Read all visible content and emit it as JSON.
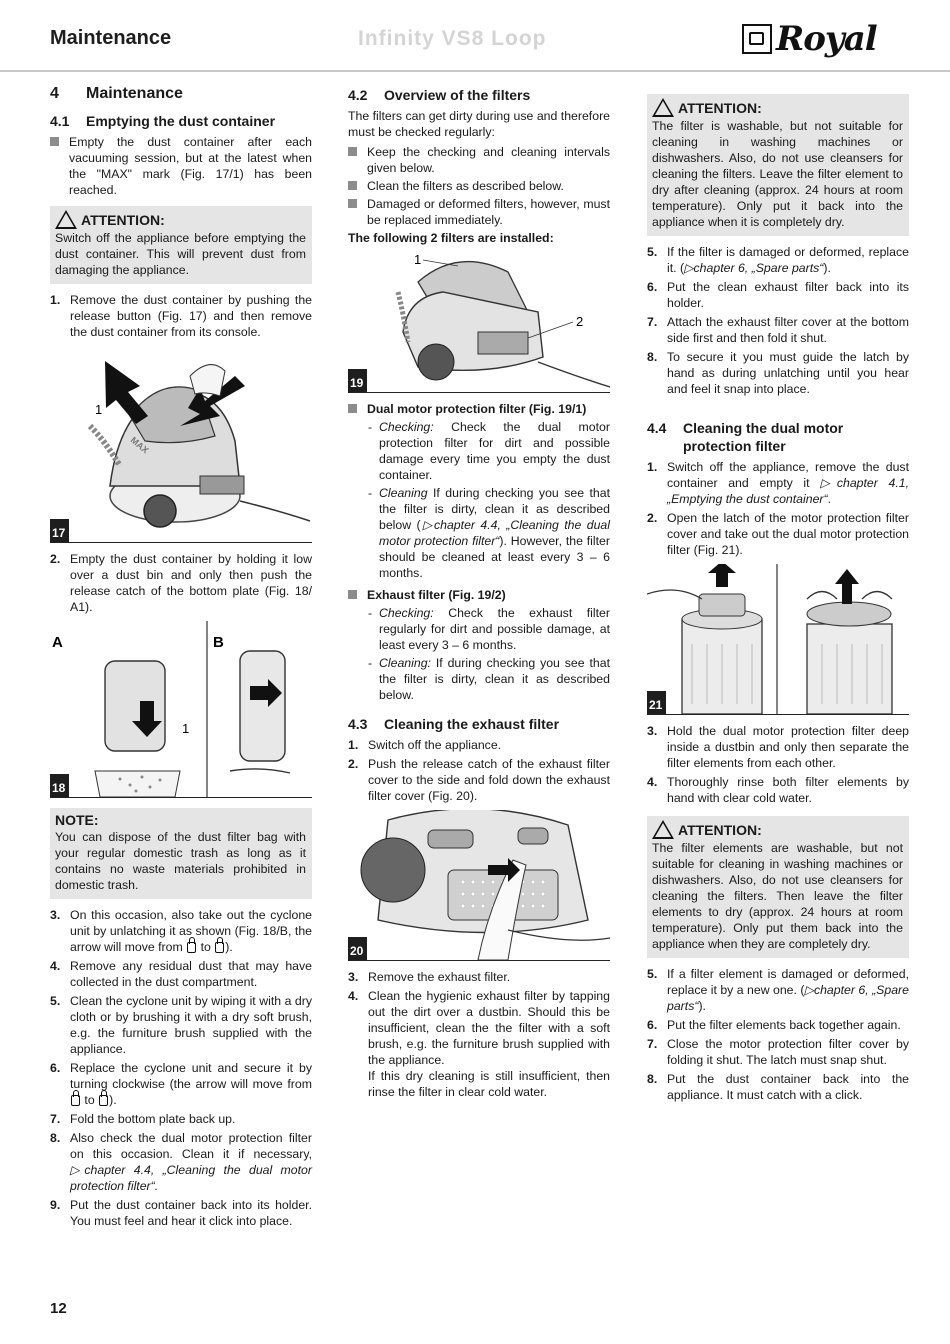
{
  "header": {
    "section": "Maintenance",
    "product": "Infinity VS8 Loop",
    "brand": "Royal"
  },
  "page_number": "12",
  "col1": {
    "h4_num": "4",
    "h4_title": "Maintenance",
    "h41_num": "4.1",
    "h41_title": "Emptying the dust container",
    "intro": "Empty the dust container after each vacuuming session, but at the latest when the \"MAX\" mark (Fig. 17/1) has been reached.",
    "att1_title": "ATTENTION:",
    "att1_text": "Switch off the appliance before emptying the dust container. This will prevent dust from damaging the appliance.",
    "s1": "Remove the dust container by pushing the release button (Fig. 17) and then remove the dust container from its console.",
    "fig17": "17",
    "fig17_label": "1",
    "fig17_max": "MAX",
    "s2": "Empty the dust container by holding it low over a dust bin and only then push the release catch of the bottom plate (Fig. 18/ A1).",
    "fig18": "18",
    "fig18_a": "A",
    "fig18_b": "B",
    "fig18_label": "1",
    "note_title": "NOTE:",
    "note_text": "You can dispose of the dust filter bag with your regular domestic trash as long as it contains no waste materials prohibited in domestic trash.",
    "s3a": "On this occasion, also take out the cyclone unit by unlatching it as shown (Fig. 18/B, the arrow will move from",
    "s3b": "to",
    "s3c": ").",
    "s4": "Remove any residual dust that may have collected in the dust compartment.",
    "s5": "Clean the cyclone unit by wiping it with a dry cloth or by brushing it with a dry soft brush, e.g. the furniture brush supplied with the appliance.",
    "s6a": "Replace the cyclone unit and secure it by turning clockwise (the arrow will move from",
    "s6b": "to",
    "s6c": ").",
    "s7": "Fold the bottom plate back up.",
    "s8a": "Also check the dual motor protection filter on this occasion. Clean it if necessary,",
    "s8b": "▷chapter 4.4, „Cleaning the dual motor protection filter“.",
    "s9": "Put the dust container back into its holder. You must feel and hear it click into place."
  },
  "col2": {
    "h42_num": "4.2",
    "h42_title": "Overview of the filters",
    "intro": "The filters can get dirty during use and therefore must be checked regularly:",
    "b1": "Keep the checking and cleaning intervals given below.",
    "b2": "Clean the filters as described below.",
    "b3": "Damaged or deformed filters, however, must be replaced immediately.",
    "installed": "The following 2 filters are installed:",
    "fig19": "19",
    "fig19_l1": "1",
    "fig19_l2": "2",
    "f1_title": "Dual motor protection filter (Fig. 19/1)",
    "f1_check_lbl": "Checking:",
    "f1_check": "Check the dual motor protection filter for dirt and possible damage every time you empty the dust container.",
    "f1_clean_lbl": "Cleaning",
    "f1_clean_a": "If during checking you see that the filter is dirty, clean it as described below (",
    "f1_clean_ref": "▷chapter 4.4, „Cleaning the dual motor protection filter“",
    "f1_clean_b": "). However, the filter should be cleaned at least every 3 – 6 months.",
    "f2_title": "Exhaust filter (Fig. 19/2)",
    "f2_check_lbl": "Checking:",
    "f2_check": "Check the exhaust filter regularly for dirt and possible damage, at least every 3 – 6 months.",
    "f2_clean_lbl": "Cleaning:",
    "f2_clean": "If during checking you see that the filter is dirty, clean it as described below.",
    "h43_num": "4.3",
    "h43_title": "Cleaning the exhaust filter",
    "s1": "Switch off the appliance.",
    "s2": "Push the release catch of the exhaust filter cover to the side and fold down the exhaust filter cover (Fig. 20).",
    "fig20": "20",
    "s3": "Remove the exhaust filter.",
    "s4": "Clean the hygienic exhaust filter by tapping out the dirt over a dustbin. Should this be insufficient, clean the the filter with a soft brush, e.g. the furniture brush supplied with the appliance.",
    "s4b": "If this dry cleaning is still insufficient, then rinse the filter in clear cold water."
  },
  "col3": {
    "att1_title": "ATTENTION:",
    "att1_text": "The filter is washable, but not suitable for cleaning in washing machines or dishwashers. Also, do not use cleansers for cleaning the filters. Leave the filter element to dry after cleaning (approx. 24 hours at room temperature). Only put it back into the appliance when it is completely dry.",
    "s5a": "If the filter is damaged or deformed, replace it. (",
    "s5ref": "▷chapter 6, „Spare parts“",
    "s5b": ").",
    "s6": "Put the clean exhaust filter back into its holder.",
    "s7": "Attach the exhaust filter cover at the bottom side first and then fold it shut.",
    "s8": "To secure it you must guide the latch by hand as during unlatching until you hear and feel it snap into place.",
    "h44_num": "4.4",
    "h44_title": "Cleaning the dual motor protection filter",
    "t1a": "Switch off the appliance, remove the dust container and empty it",
    "t1ref": "▷chapter 4.1, „Emptying the dust container“",
    "t1b": ".",
    "t2": "Open the latch of the motor protection filter cover and take out the dual motor protection filter (Fig. 21).",
    "fig21": "21",
    "t3": "Hold the dual motor protection filter deep inside a dustbin and only then separate the filter elements from each other.",
    "t4": "Thoroughly rinse both filter elements by hand with clear cold water.",
    "att2_title": "ATTENTION:",
    "att2_text": "The filter elements are washable, but not suitable for cleaning in washing machines or dishwashers. Also, do not use cleansers for cleaning the filters. Then leave the filter elements to dry (approx. 24 hours at room temperature). Only put them back into the appliance when they are completely dry.",
    "t5a": "If a filter element is damaged or deformed, replace it by a new one. (",
    "t5ref": "▷chapter 6, „Spare parts“",
    "t5b": ").",
    "t6": "Put the filter elements back together again.",
    "t7": "Close the motor protection filter cover by folding it shut. The latch must snap shut.",
    "t8": "Put the dust container back into the appliance. It must catch with a click."
  }
}
